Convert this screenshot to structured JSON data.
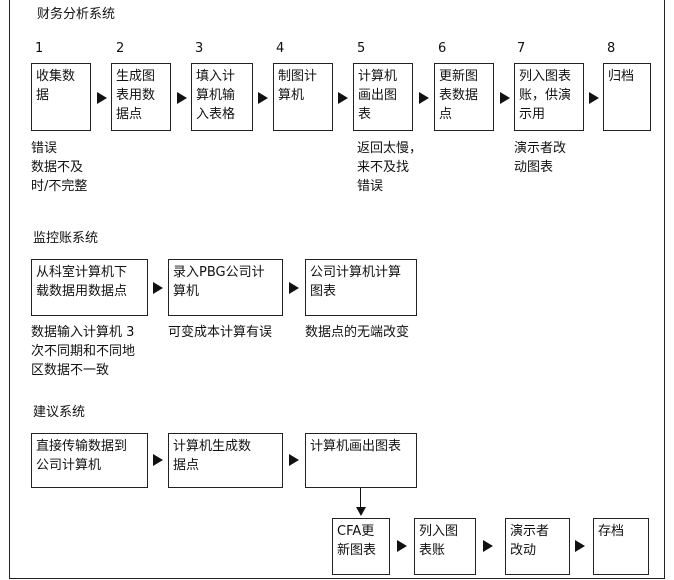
{
  "sections": [
    {
      "title": "财务分析系统",
      "steps": [
        {
          "num": "1",
          "text": "收集数\n据"
        },
        {
          "num": "2",
          "text": "生成图\n表用数\n据点"
        },
        {
          "num": "3",
          "text": "填入计\n算机输\n入表格"
        },
        {
          "num": "4",
          "text": "制图计\n算机"
        },
        {
          "num": "5",
          "text": "计算机\n画出图\n表"
        },
        {
          "num": "6",
          "text": "更新图\n表数据\n点"
        },
        {
          "num": "7",
          "text": "列入图表\n账，供演\n示用"
        },
        {
          "num": "8",
          "text": "归档"
        }
      ],
      "notes": [
        "错误\n数据不及\n时/不完整",
        "返回太慢，\n来不及找\n错误",
        "演示者改\n动图表"
      ]
    },
    {
      "title": "监控账系统",
      "steps": [
        {
          "text": "从科室计算机下\n载数据用数据点"
        },
        {
          "text": "录入PBG公司计\n算机"
        },
        {
          "text": "公司计算机计算\n图表"
        }
      ],
      "notes": [
        "数据输入计算机 3\n次不同期和不同地\n区数据不一致",
        "可变成本计算有误",
        "数据点的无端改变"
      ]
    },
    {
      "title": "建议系统",
      "steps": [
        {
          "text": "直接传输数据到\n公司计算机"
        },
        {
          "text": "计算机生成数\n据点"
        },
        {
          "text": "计算机画出图表"
        },
        {
          "text": "CFA更\n新图表"
        },
        {
          "text": "列入图\n表账"
        },
        {
          "text": "演示者\n改动"
        },
        {
          "text": "存档"
        }
      ]
    }
  ]
}
